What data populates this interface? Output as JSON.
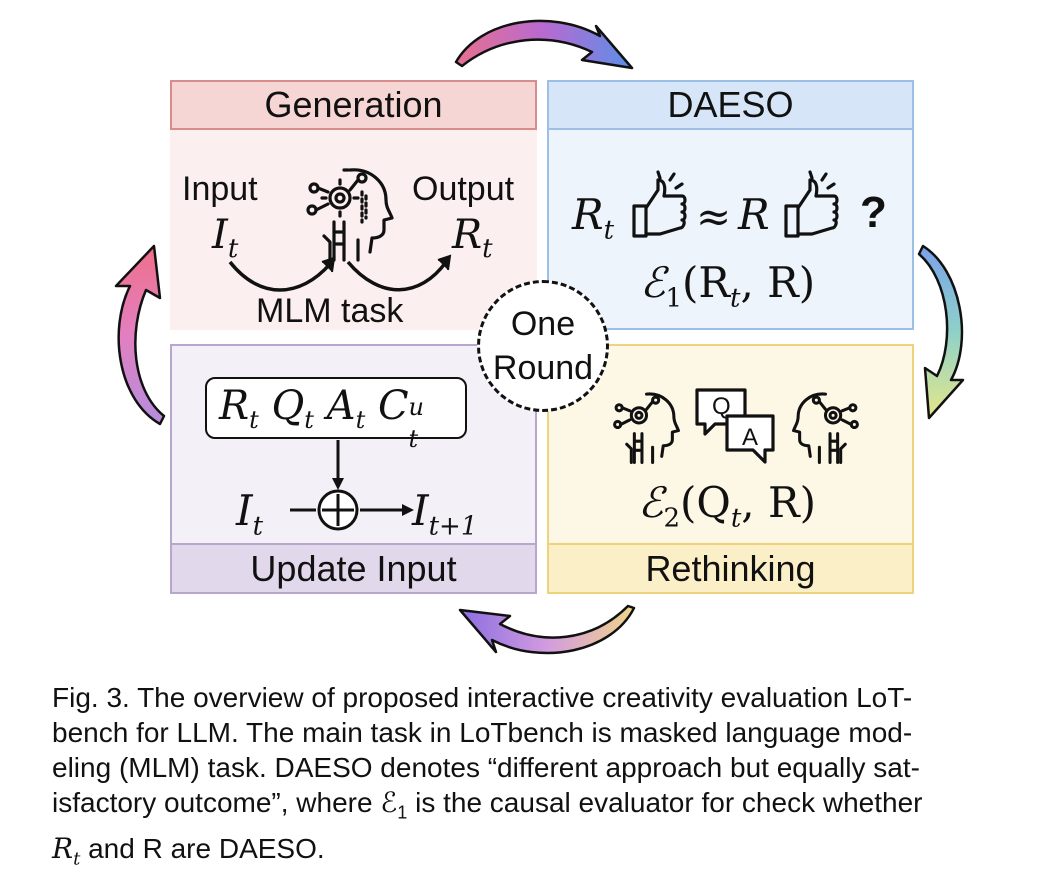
{
  "panels": {
    "generation": {
      "title": "Generation",
      "input_label": "Input",
      "input_var": "I",
      "input_sub": "t",
      "output_label": "Output",
      "output_var": "R",
      "output_sub": "t",
      "task_label": "MLM task"
    },
    "daeso": {
      "title": "DAESO",
      "question_mark": "?",
      "approx": "≈",
      "eval_E": "ℰ",
      "eval_sub": "1",
      "eval_args": "(R",
      "eval_args_sub": "t",
      "eval_args_tail": ", R)"
    },
    "update": {
      "title": "Update Input",
      "box_vars": [
        "R",
        "Q",
        "A",
        "C"
      ],
      "box_sub": "t",
      "box_sup": "u",
      "in_var": "I",
      "in_sub": "t",
      "out_var": "I",
      "out_sub": "t+1",
      "plus": "+"
    },
    "rethinking": {
      "title": "Rethinking",
      "bubble_q": "Q",
      "bubble_a": "A",
      "eval_E": "ℰ",
      "eval_sub": "2",
      "eval_args": "(Q",
      "eval_args_sub": "t",
      "eval_args_tail": ", R)"
    }
  },
  "center": {
    "line1": "One",
    "line2": "Round"
  },
  "caption": {
    "lines": [
      "Fig. 3.  The overview of proposed interactive creativity evaluation LoT-",
      "bench for LLM. The main task in LoTbench is masked language mod-",
      "eling (MLM) task. DAESO denotes “different approach but equally sat-",
      "isfactory outcome”, where ℰ",
      "R",
      " and R are DAESO."
    ],
    "line4_sub": "1",
    "line4_tail": " is the causal evaluator for check whether",
    "line5_sub": "t"
  },
  "colors": {
    "gen_header": "#f6d5d5",
    "gen_border": "#d98c8c",
    "gen_body": "#fcefef",
    "daeso_header": "#d6e5f7",
    "daeso_border": "#9cbfe6",
    "daeso_body": "#eef4fc",
    "upd_header": "#e2d8ec",
    "upd_border": "#b9a6cf",
    "upd_body": "#f4f0f8",
    "ret_header": "#fbefc8",
    "ret_border": "#eed27c",
    "ret_body": "#fdf8e6"
  },
  "icons": [
    "ai-head-icon",
    "thumbs-up-icon",
    "qa-bubbles-icon",
    "cycle-arrow-icon",
    "xor-plus-icon"
  ]
}
